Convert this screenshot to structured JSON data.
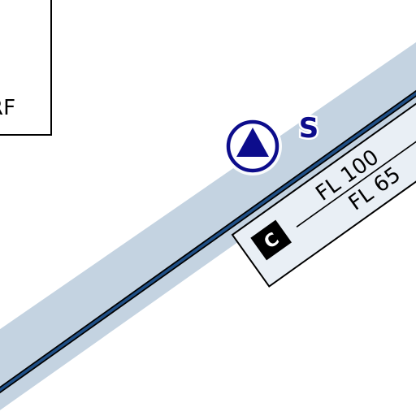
{
  "map": {
    "reporting_point": {
      "letter": "S",
      "symbol": "compulsory-reporting-point-triangle",
      "color": "#0d0d8c"
    },
    "airspace_box": {
      "class_letter": "C",
      "upper_limit": "FL 100",
      "lower_limit": "FL 65"
    },
    "corner_box": {
      "text": "RF"
    },
    "colors": {
      "band": "#c4d3e1",
      "boundary": "#1f4f86",
      "box_fill": "#e9eff5"
    }
  }
}
